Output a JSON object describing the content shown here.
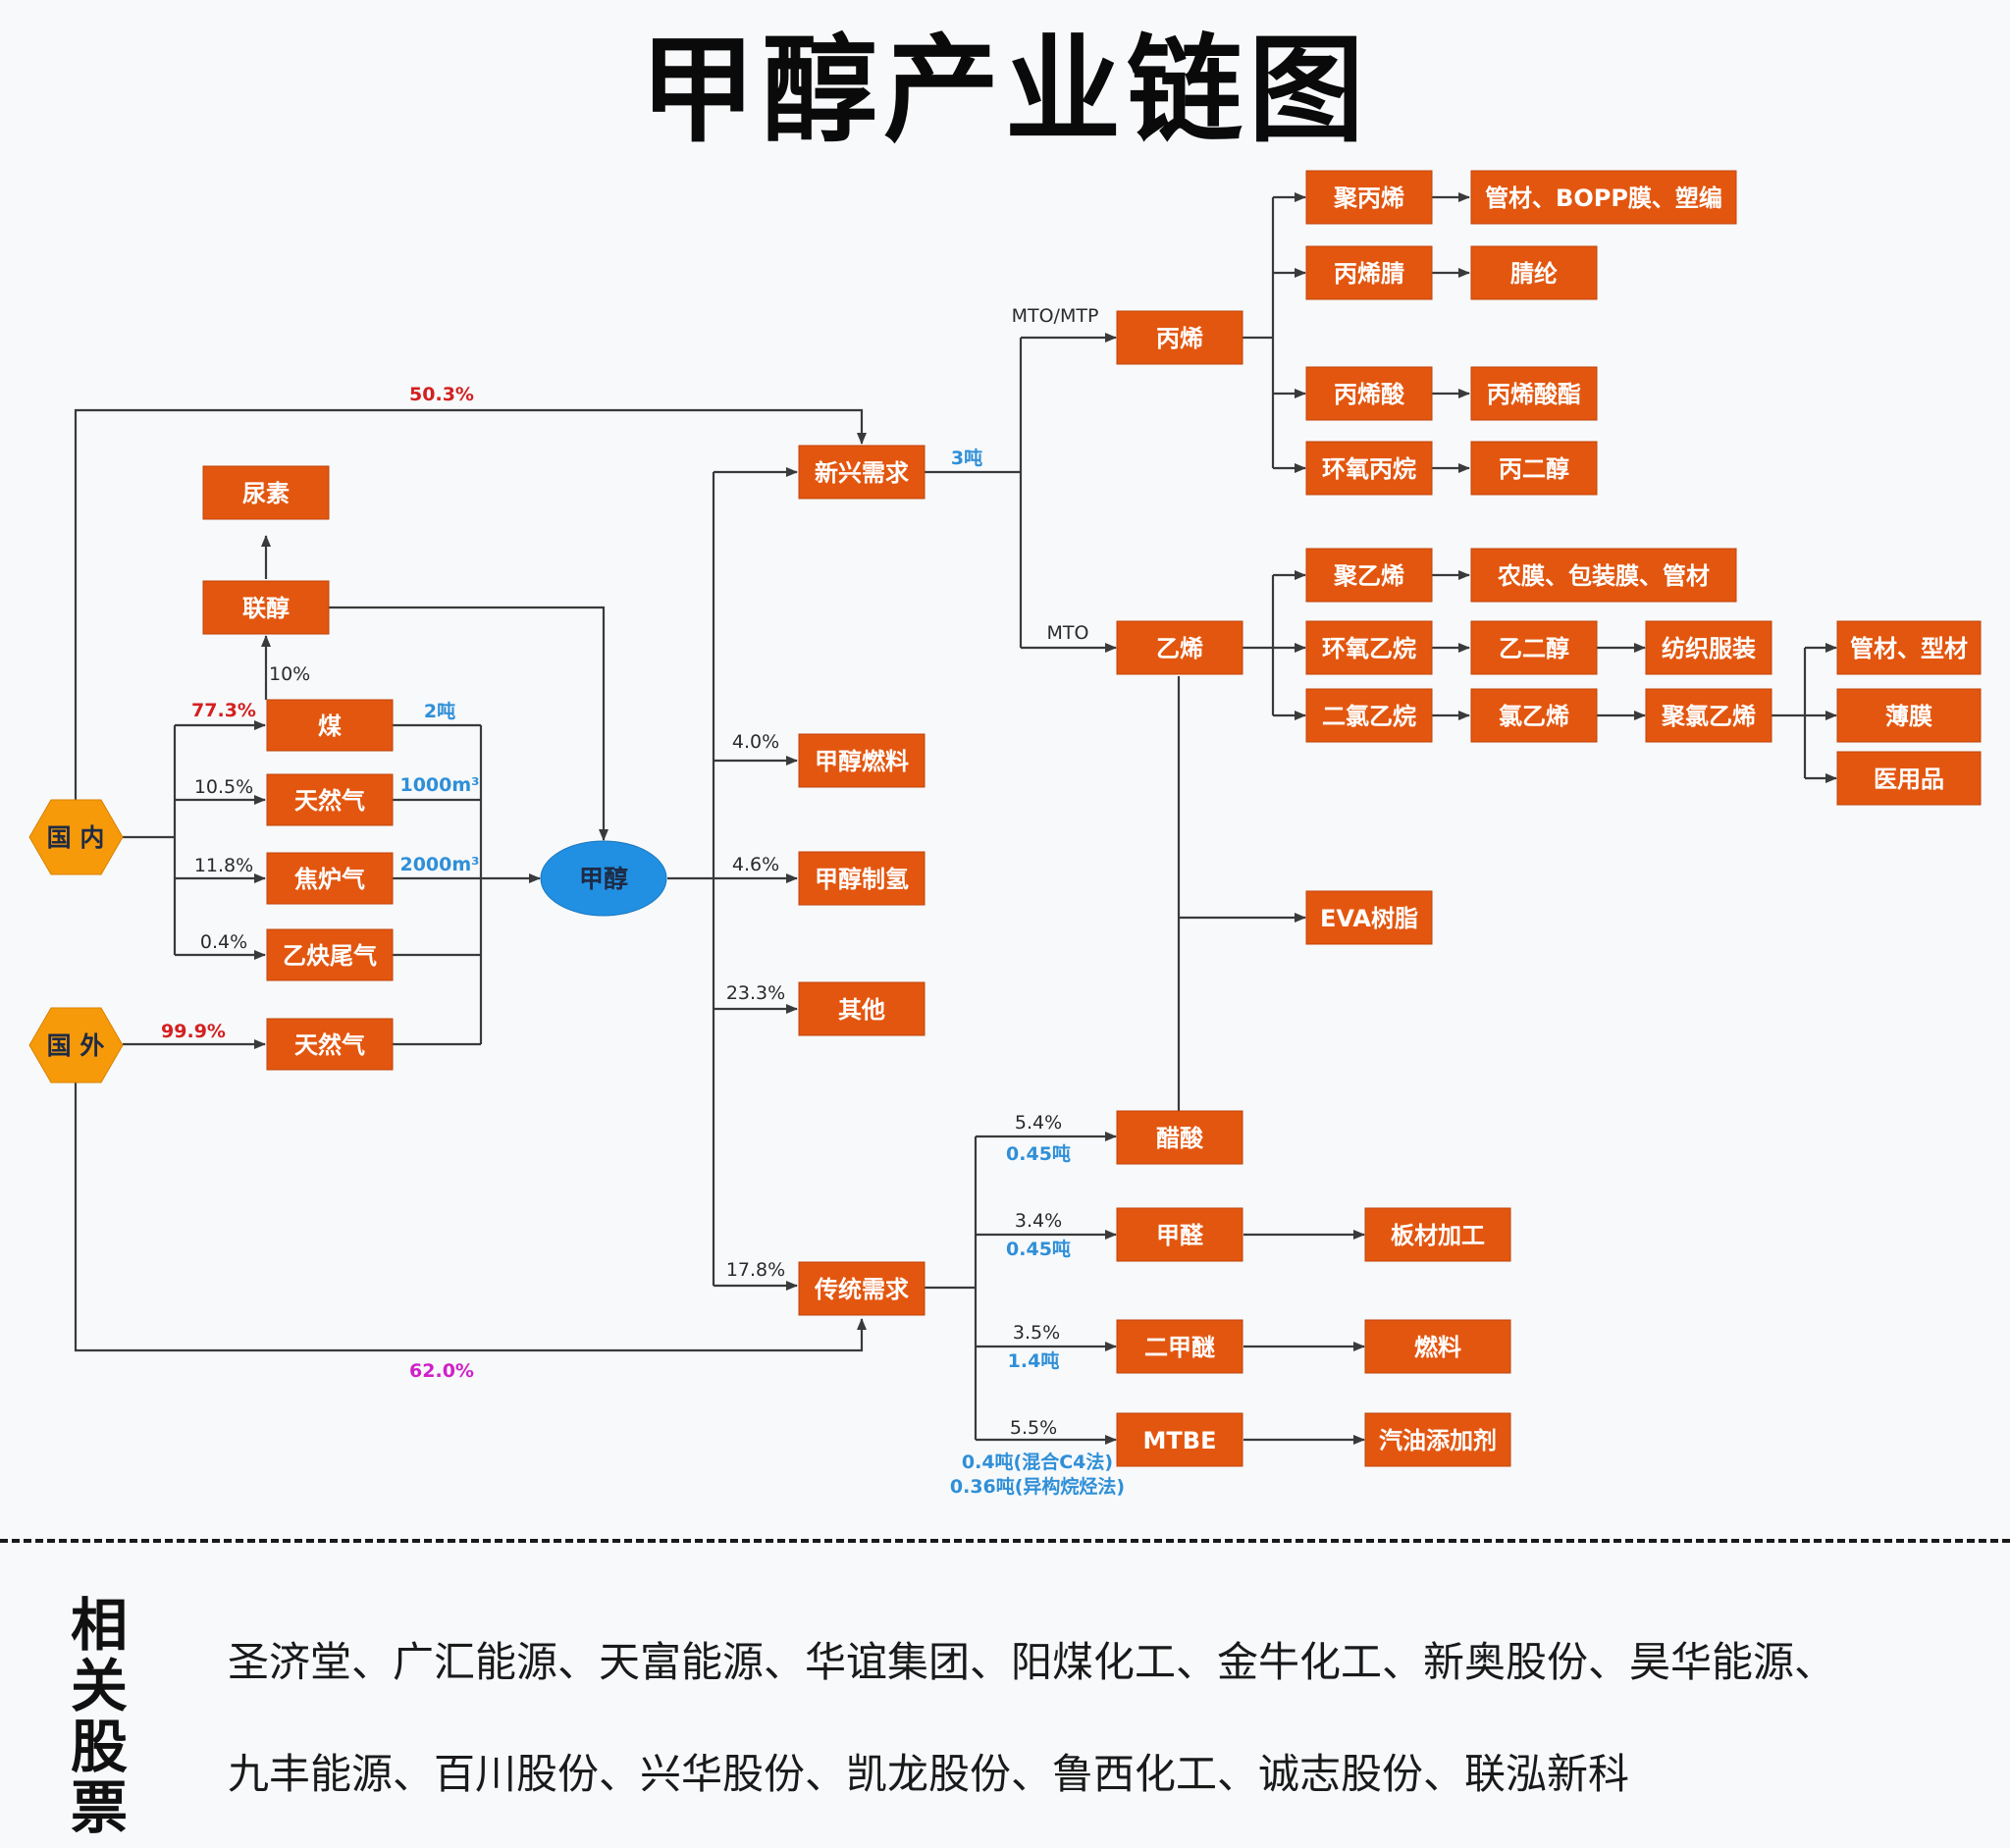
{
  "title": "甲醇产业链图",
  "colors": {
    "box": "#e3560f",
    "hex": "#f79a0a",
    "ellipse": "#2190e3",
    "line": "#3a3a3a",
    "label_red": "#d4201f",
    "label_blue": "#2f8fd8",
    "label_magenta": "#d020c8"
  },
  "sources": {
    "domestic": "国 内",
    "foreign": "国 外",
    "coal": "煤",
    "natural_gas_domestic": "天然气",
    "coke_oven_gas": "焦炉气",
    "acetylene_tail_gas": "乙炔尾气",
    "natural_gas_foreign": "天然气",
    "urea": "尿素",
    "co_methanol": "联醇"
  },
  "center": "甲醇",
  "uses": {
    "emerging": "新兴需求",
    "methanol_fuel": "甲醇燃料",
    "methanol_hydrogen": "甲醇制氢",
    "other": "其他",
    "traditional": "传统需求"
  },
  "emerging_chain": {
    "propylene": "丙烯",
    "ethylene": "乙烯",
    "pp": "聚丙烯",
    "pp_product": "管材、BOPP膜、塑编",
    "acrylonitrile": "丙烯腈",
    "acrylic_fiber": "腈纶",
    "acrylic_acid": "丙烯酸",
    "acrylate": "丙烯酸酯",
    "propylene_oxide": "环氧丙烷",
    "propylene_glycol": "丙二醇",
    "pe": "聚乙烯",
    "pe_product": "农膜、包装膜、管材",
    "ethylene_oxide": "环氧乙烷",
    "ethylene_glycol": "乙二醇",
    "textile": "纺织服装",
    "edc": "二氯乙烷",
    "vcm": "氯乙烯",
    "pvc": "聚氯乙烯",
    "pipe_profile": "管材、型材",
    "film": "薄膜",
    "medical": "医用品",
    "eva": "EVA树脂"
  },
  "traditional_chain": {
    "acetic_acid": "醋酸",
    "formaldehyde": "甲醛",
    "board": "板材加工",
    "dme": "二甲醚",
    "fuel": "燃料",
    "mtbe": "MTBE",
    "gasoline_additive": "汽油添加剂"
  },
  "labels": {
    "domestic_emerging": "50.3%",
    "foreign_traditional": "62.0%",
    "coal_share": "77.3%",
    "ng_share": "10.5%",
    "coke_share": "11.8%",
    "acetylene_share": "0.4%",
    "foreign_ng_share": "99.9%",
    "co_methanol_share": "10%",
    "coal_unit": "2吨",
    "ng_unit": "1000m³",
    "coke_unit": "2000m³",
    "emerging_unit": "3吨",
    "mto_mtp": "MTO/MTP",
    "mto": "MTO",
    "fuel_share": "4.0%",
    "hydrogen_share": "4.6%",
    "other_share": "23.3%",
    "traditional_share": "17.8%",
    "acetic_share": "5.4%",
    "acetic_unit": "0.45吨",
    "formaldehyde_share": "3.4%",
    "formaldehyde_unit": "0.45吨",
    "dme_share": "3.5%",
    "dme_unit": "1.4吨",
    "mtbe_share": "5.5%",
    "mtbe_unit_1": "0.4吨(混合C4法)",
    "mtbe_unit_2": "0.36吨(异构烷烃法)"
  },
  "stocks": {
    "heading": "相关股票",
    "line1": "圣济堂、广汇能源、天富能源、华谊集团、阳煤化工、金牛化工、新奥股份、昊华能源、",
    "line2": "九丰能源、百川股份、兴华股份、凯龙股份、鲁西化工、诚志股份、联泓新科"
  }
}
